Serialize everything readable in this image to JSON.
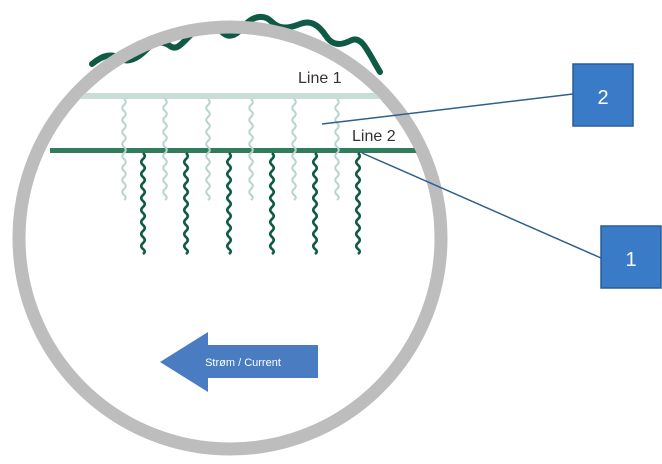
{
  "labels": {
    "line1": "Line 1",
    "line2": "Line 2",
    "arrow": "Strøm / Current"
  },
  "callouts": [
    {
      "id": "callout-2",
      "text": "2"
    },
    {
      "id": "callout-1",
      "text": "1"
    }
  ],
  "colors": {
    "ring": "#bdbdbd",
    "line1": "#c9ddd8",
    "line2": "#2f7d5d",
    "kelp_dark": "#0f5a45",
    "kelp_light": "#b9d4cf",
    "arrow": "#4a7cc2",
    "callout_fill": "#3a7bc8",
    "callout_border": "#2a5d99",
    "leader": "#2f5f8f"
  }
}
